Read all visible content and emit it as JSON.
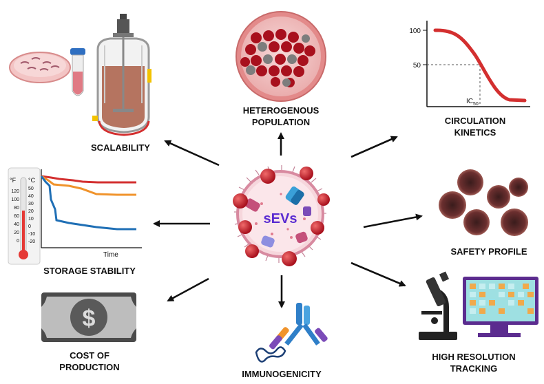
{
  "center": {
    "label": "sEVs"
  },
  "labels": {
    "heterogenous": [
      "HETEROGENOUS",
      "POPULATION"
    ],
    "circulation": [
      "CIRCULATION",
      "KINETICS"
    ],
    "scalability": [
      "SCALABILITY"
    ],
    "storage": [
      "STORAGE STABILITY"
    ],
    "safety": [
      "SAFETY PROFILE"
    ],
    "cost": [
      "COST OF",
      "PRODUCTION"
    ],
    "immunogenicity": [
      "IMMUNOGENICITY"
    ],
    "tracking": [
      "HIGH RESOLUTION",
      "TRACKING"
    ]
  },
  "kinetics_graph": {
    "y_ticks": [
      "100",
      "50"
    ],
    "marker": "IC",
    "marker_sub": "50"
  },
  "storage_graph": {
    "f_unit": "°F",
    "c_unit": "°C",
    "f_ticks": [
      "120",
      "100",
      "80",
      "60",
      "40",
      "20",
      "0"
    ],
    "c_ticks": [
      "50",
      "40",
      "30",
      "20",
      "10",
      "0",
      "-10",
      "-20"
    ],
    "xlabel": "Time"
  },
  "cost_symbol": "$",
  "colors": {
    "accent_red": "#d32f2f",
    "purple": "#5b2c8f",
    "blue": "#1f6fb5",
    "orange": "#f0932b"
  }
}
